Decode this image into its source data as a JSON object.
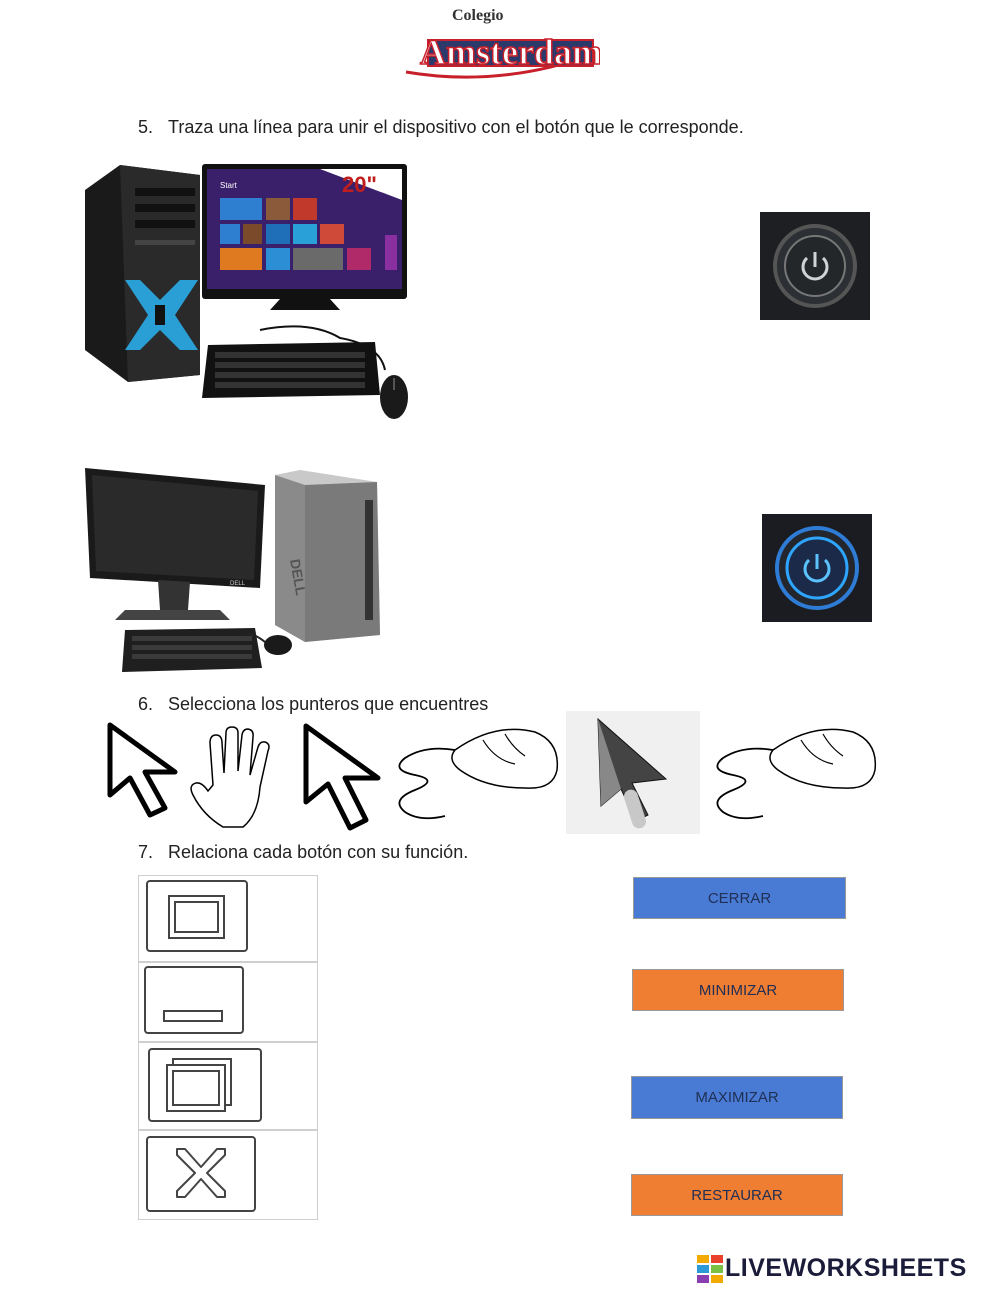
{
  "logo": {
    "line1": "Colegio",
    "line2": "Amsterdam"
  },
  "q5": {
    "number": "5.",
    "text": "Traza una línea para unir el dispositivo con el botón que le corresponde."
  },
  "monitor1": {
    "badge": "20\"",
    "start": "Start"
  },
  "q6": {
    "number": "6.",
    "text": "Selecciona los punteros que encuentres"
  },
  "q7": {
    "number": "7.",
    "text": "Relaciona cada botón con su función."
  },
  "functions": {
    "cerrar": "CERRAR",
    "minimizar": "MINIMIZAR",
    "maximizar": "MAXIMIZAR",
    "restaurar": "RESTAURAR"
  },
  "colors": {
    "blue": "#4a7bd4",
    "orange": "#ef7d32",
    "power_blue": "#2ea6ff"
  },
  "footer": {
    "brand": "LIVEWORKSHEETS"
  }
}
